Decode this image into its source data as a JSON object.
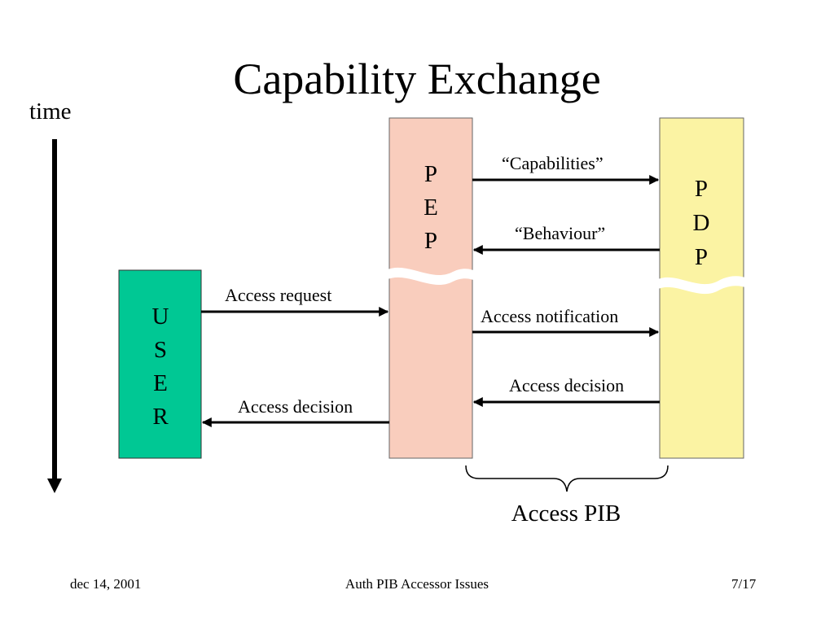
{
  "slide": {
    "title": "Capability Exchange",
    "time_label": "time",
    "boxes": {
      "pep": {
        "letters": [
          "P",
          "E",
          "P"
        ],
        "color": "#f9cdbd"
      },
      "pdp": {
        "letters": [
          "P",
          "D",
          "P"
        ],
        "color": "#fbf3a3"
      },
      "user": {
        "letters": [
          "U",
          "S",
          "E",
          "R"
        ],
        "color": "#00c894"
      }
    },
    "arrows": {
      "capabilities": "“Capabilities”",
      "behaviour": "“Behaviour”",
      "access_request": "Access request",
      "access_notification": "Access notification",
      "access_decision_pdp": "Access decision",
      "access_decision_user": "Access decision"
    },
    "brace_label": "Access PIB",
    "footer": {
      "date": "dec 14, 2001",
      "center": "Auth PIB Accessor Issues",
      "page": "7/17"
    }
  }
}
